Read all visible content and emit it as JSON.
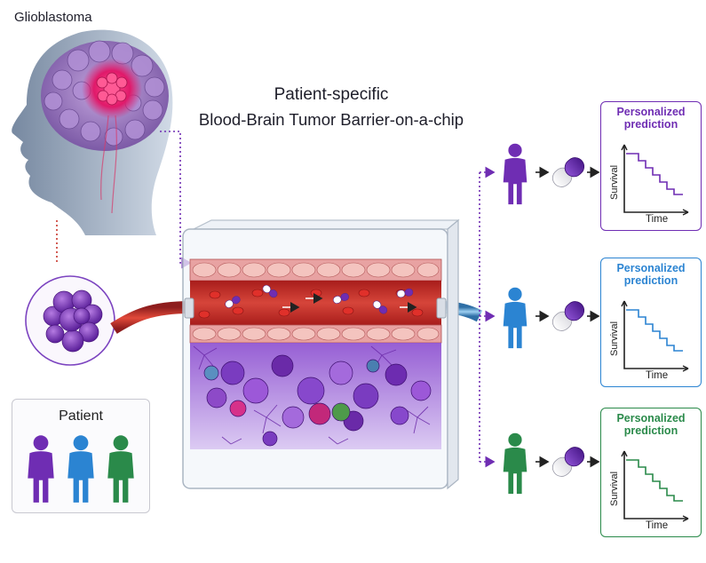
{
  "title_line1": "Patient-specific",
  "title_line2": "Blood-Brain Tumor Barrier-on-a-chip",
  "glioblastoma_label": "Glioblastoma",
  "patient_label": "Patient",
  "colors": {
    "purple": "#6f2db3",
    "blue": "#2b84d2",
    "green": "#2a8a4a",
    "vessel_red": "#c8352b",
    "tumor_pink": "#e2236a"
  },
  "predictions": [
    {
      "title_line1": "Personalized",
      "title_line2": "prediction",
      "x_label": "Time",
      "y_label": "Survival",
      "color": "#6f2db3"
    },
    {
      "title_line1": "Personalized",
      "title_line2": "prediction",
      "x_label": "Time",
      "y_label": "Survival",
      "color": "#2b84d2"
    },
    {
      "title_line1": "Personalized",
      "title_line2": "prediction",
      "x_label": "Time",
      "y_label": "Survival",
      "color": "#2a8a4a"
    }
  ],
  "icons": [
    "brain-head-icon",
    "tumor-cell-icon",
    "chip-icon",
    "person-icon",
    "capsule-icon",
    "arrow-icon"
  ]
}
